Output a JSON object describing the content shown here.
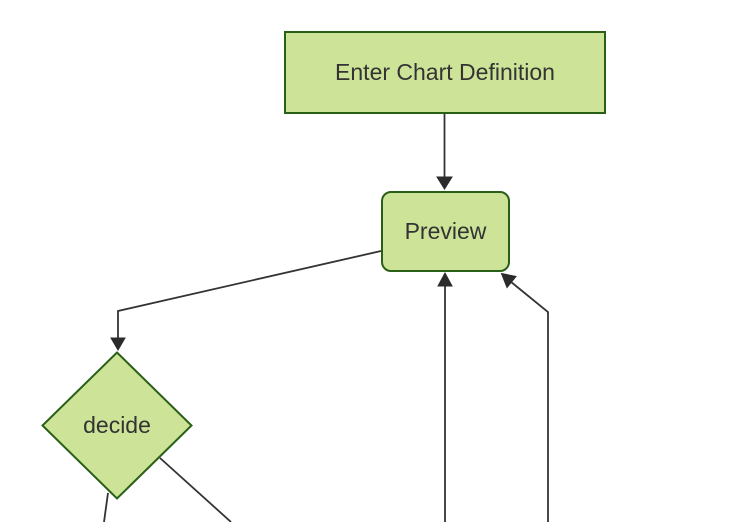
{
  "diagram": {
    "type": "flowchart",
    "nodes": [
      {
        "id": "enter",
        "label": "Enter Chart Definition",
        "shape": "rectangle"
      },
      {
        "id": "preview",
        "label": "Preview",
        "shape": "rounded-rectangle"
      },
      {
        "id": "decide",
        "label": "decide",
        "shape": "diamond"
      }
    ],
    "edges": [
      {
        "from": "enter",
        "to": "preview",
        "arrow": true
      },
      {
        "from": "preview",
        "to": "decide",
        "arrow": true
      },
      {
        "from": "offscreen-bottom-mid",
        "to": "preview",
        "arrow": true
      },
      {
        "from": "offscreen-bottom-right",
        "to": "preview",
        "arrow": true
      },
      {
        "from": "decide",
        "to": "offscreen-bottom-left",
        "arrow": false
      },
      {
        "from": "decide",
        "to": "offscreen-bottom-right",
        "arrow": false
      }
    ],
    "colors": {
      "node_fill": "#cde498",
      "node_border": "#2a5f17",
      "edge_line": "#333333",
      "arrowhead": "#2b2b2b",
      "label_text": "#333333",
      "canvas_bg": "#ffffff"
    }
  }
}
